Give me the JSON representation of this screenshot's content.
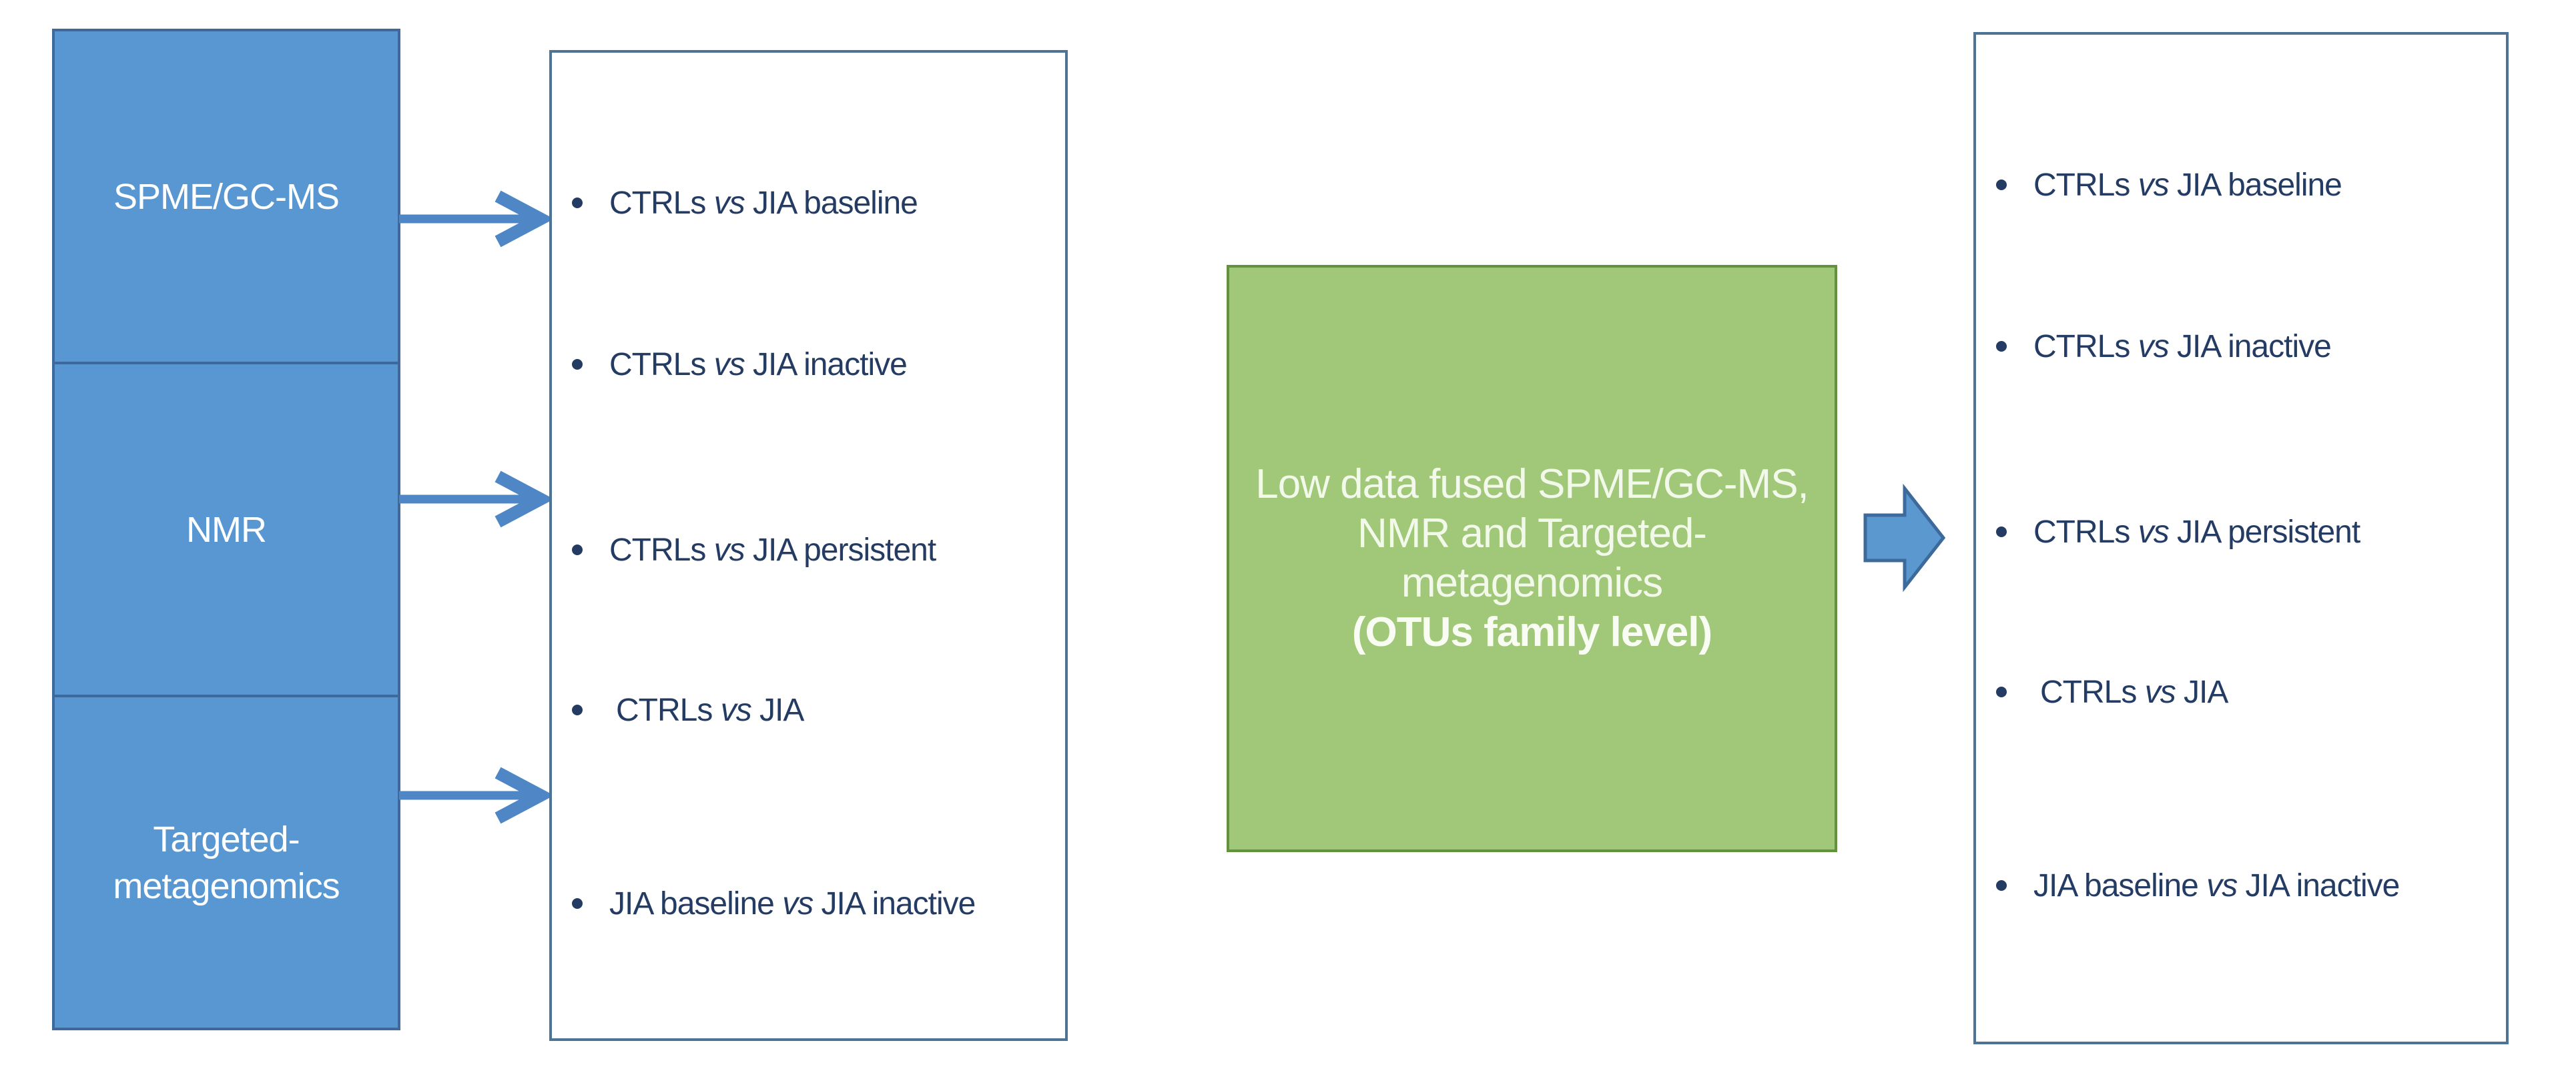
{
  "sources": {
    "items": [
      {
        "label": "SPME/GC-MS"
      },
      {
        "label": "NMR"
      },
      {
        "label": "Targeted-\nmetagenomics"
      }
    ]
  },
  "left_panel": {
    "items": [
      {
        "pre": "CTRLs ",
        "vs": "vs",
        "post": " JIA baseline"
      },
      {
        "pre": "CTRLs ",
        "vs": "vs",
        "post": " JIA inactive"
      },
      {
        "pre": "CTRLs ",
        "vs": "vs",
        "post": " JIA persistent"
      },
      {
        "pre": "CTRLs ",
        "vs": "vs",
        "post": " JIA"
      },
      {
        "pre": "JIA baseline ",
        "vs": "vs",
        "post": " JIA inactive"
      }
    ]
  },
  "fusion_box": {
    "lines": [
      "Low data fused SPME/GC-MS,",
      "NMR and Targeted-",
      "metagenomics"
    ],
    "bold_line": "(OTUs family level)"
  },
  "right_panel": {
    "items": [
      {
        "pre": "CTRLs ",
        "vs": "vs",
        "post": " JIA baseline"
      },
      {
        "pre": "CTRLs ",
        "vs": "vs",
        "post": " JIA inactive"
      },
      {
        "pre": "CTRLs ",
        "vs": "vs",
        "post": " JIA persistent"
      },
      {
        "pre": "CTRLs ",
        "vs": "vs",
        "post": " JIA"
      },
      {
        "pre": "JIA baseline ",
        "vs": "vs",
        "post": " JIA inactive"
      }
    ]
  },
  "icons": {
    "flow_arrow": "right-arrow",
    "fusion_arrow": "block-right-arrow",
    "bullet": "disc"
  },
  "colors": {
    "source_fill": "#5897d1",
    "source_border": "#3d6a9b",
    "arrow_blue": "#4e86c6",
    "panel_border": "#4d7396",
    "panel_text": "#243c63",
    "fusion_fill": "#a0c878",
    "fusion_border": "#63923f",
    "fusion_text": "#f2f8ea",
    "background": "#ffffff"
  }
}
